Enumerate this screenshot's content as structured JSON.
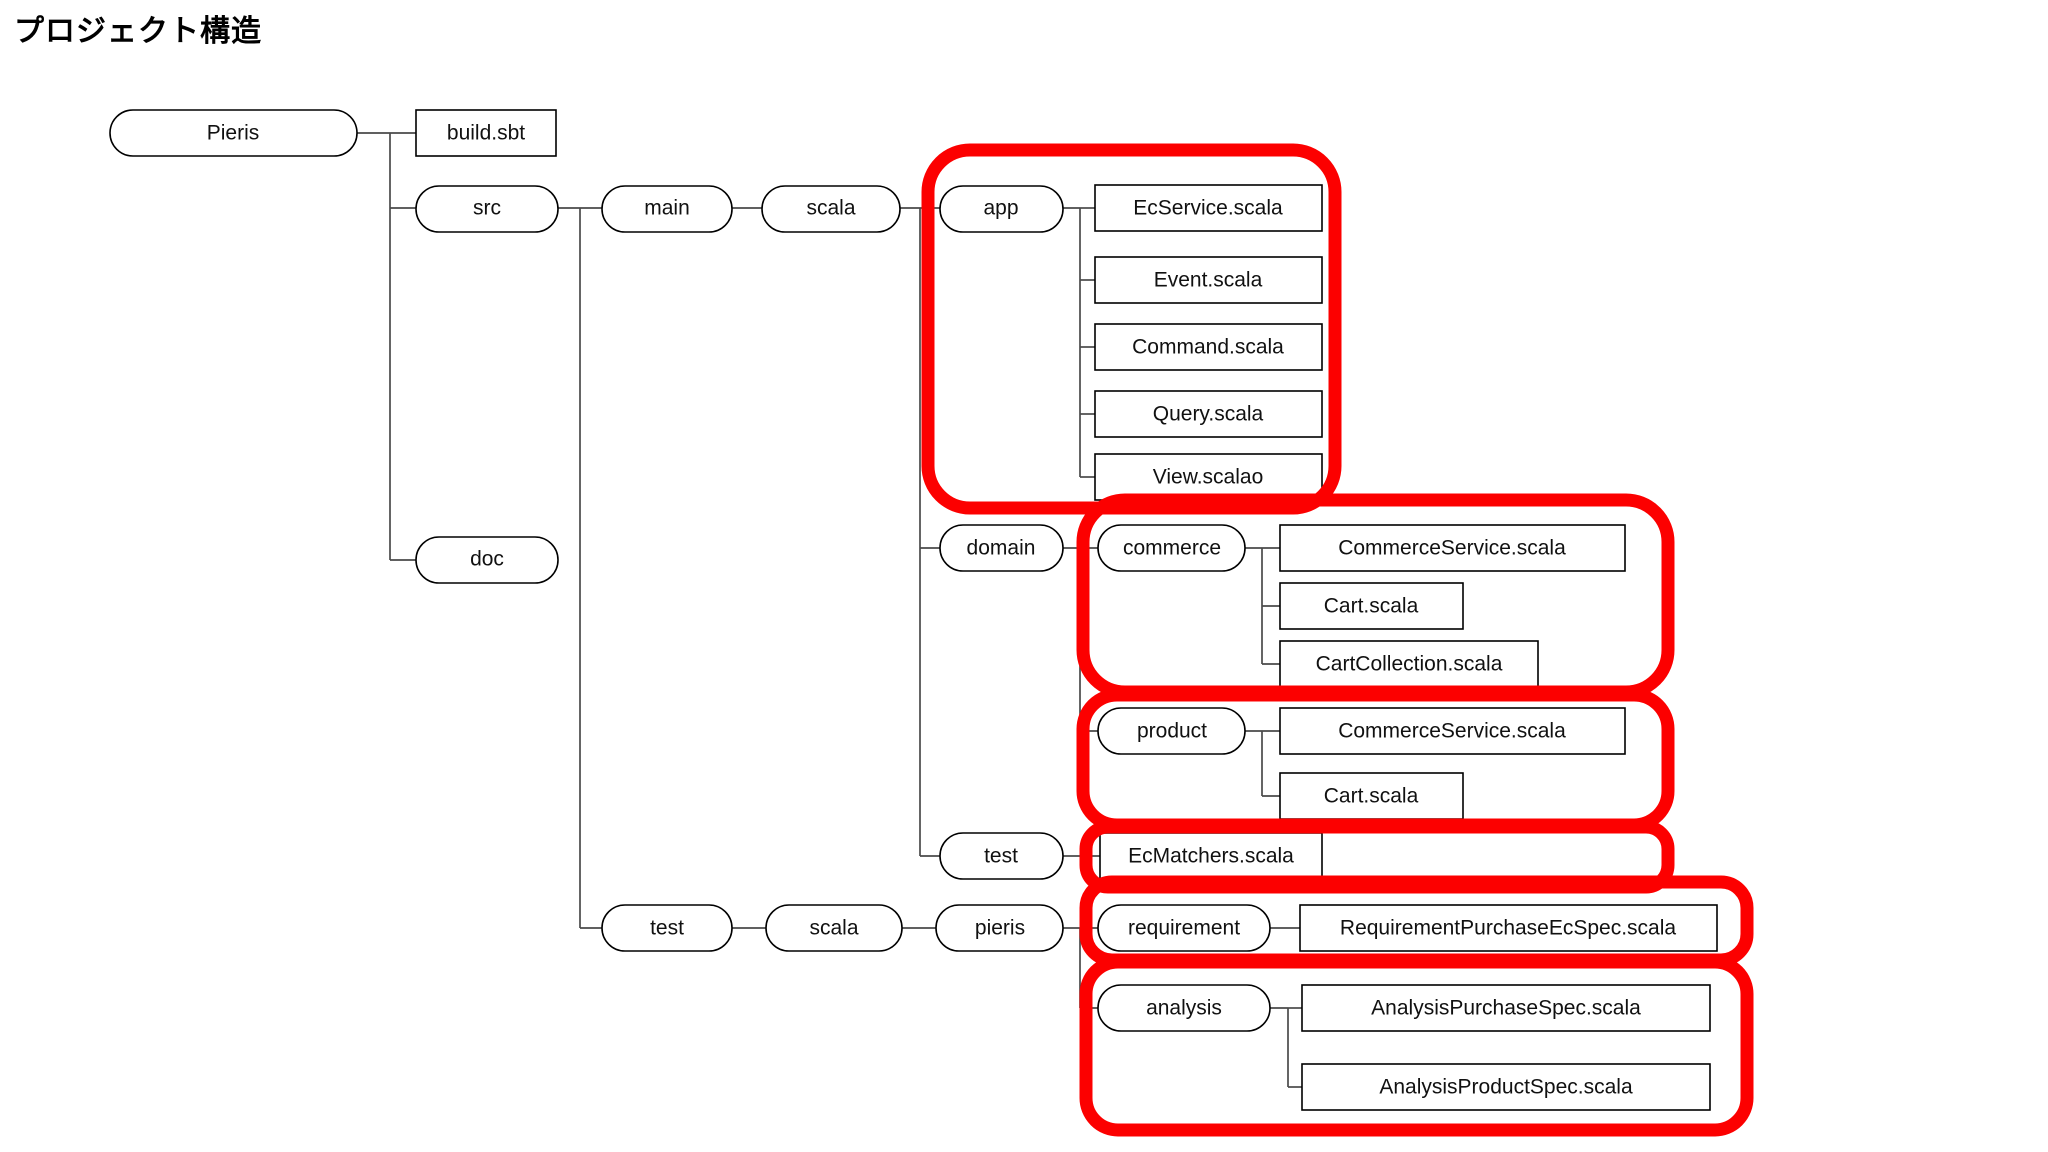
{
  "page": {
    "title": "プロジェクト構造",
    "highlight_color": "#fc0000",
    "node_border_color": "#000000",
    "edge_color": "#4a4a4a",
    "background_color": "#ffffff"
  },
  "tree": {
    "root": "Pieris",
    "nodes": {
      "pieris": "Pieris",
      "build_sbt": "build.sbt",
      "src": "src",
      "doc": "doc",
      "main": "main",
      "test_src": "test",
      "scala_main": "scala",
      "app": "app",
      "domain": "domain",
      "commerce": "commerce",
      "product": "product",
      "ec_service": "EcService.scala",
      "event": "Event.scala",
      "command": "Command.scala",
      "query": "Query.scala",
      "view": "View.scalao",
      "commerce_service_1": "CommerceService.scala",
      "cart_1": "Cart.scala",
      "cart_collection": "CartCollection.scala",
      "commerce_service_2": "CommerceService.scala",
      "cart_2": "Cart.scala",
      "ec_matchers": "EcMatchers.scala",
      "test_root": "test",
      "scala_test": "scala",
      "pieris_pkg": "pieris",
      "requirement": "requirement",
      "analysis": "analysis",
      "requirement_spec": "RequirementPurchaseEcSpec.scala",
      "analysis_purchase_spec": "AnalysisPurchaseSpec.scala",
      "analysis_product_spec": "AnalysisProductSpec.scala"
    },
    "highlight_groups": [
      "app-group",
      "commerce-group",
      "product-group",
      "ec-matchers-group",
      "requirement-group",
      "analysis-group"
    ]
  }
}
